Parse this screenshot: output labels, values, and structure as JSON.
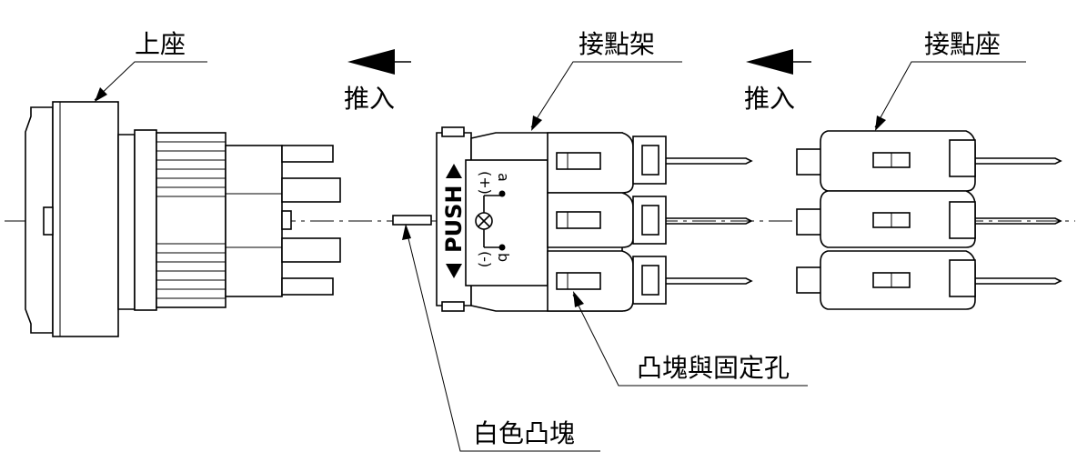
{
  "labels": {
    "upper_seat": "上座",
    "contact_frame": "接點架",
    "contact_seat": "接點座",
    "push_in": "推入",
    "bump_and_hole": "凸塊與固定孔",
    "white_bump": "白色凸塊",
    "push_text": "PUSH",
    "terminal_a": "a",
    "terminal_b": "b",
    "plus": "(+)",
    "minus": "(-)"
  }
}
